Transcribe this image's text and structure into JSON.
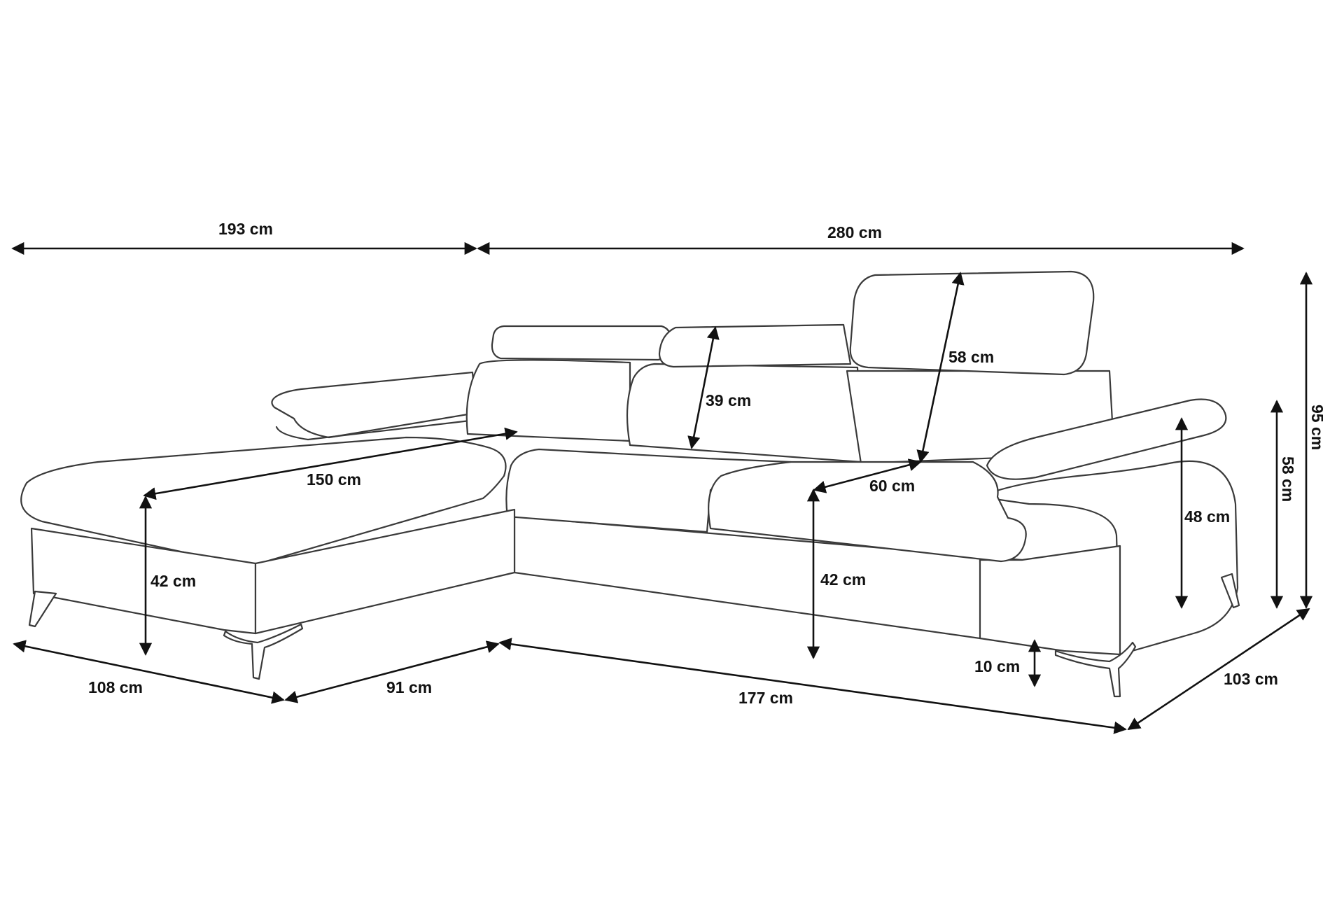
{
  "dimensions": {
    "total_width_left": "193 cm",
    "total_width_right": "280 cm",
    "headrest_height": "58 cm",
    "backrest_height": "39 cm",
    "chaise_seat_length": "150 cm",
    "seat_depth": "60 cm",
    "chaise_seat_height": "42 cm",
    "seat_height": "42 cm",
    "armrest_height": "48 cm",
    "back_height": "58 cm",
    "max_height": "95 cm",
    "leg_height": "10 cm",
    "chaise_front_width": "108 cm",
    "chaise_side_depth": "91 cm",
    "main_length": "177 cm",
    "main_depth": "103 cm"
  }
}
